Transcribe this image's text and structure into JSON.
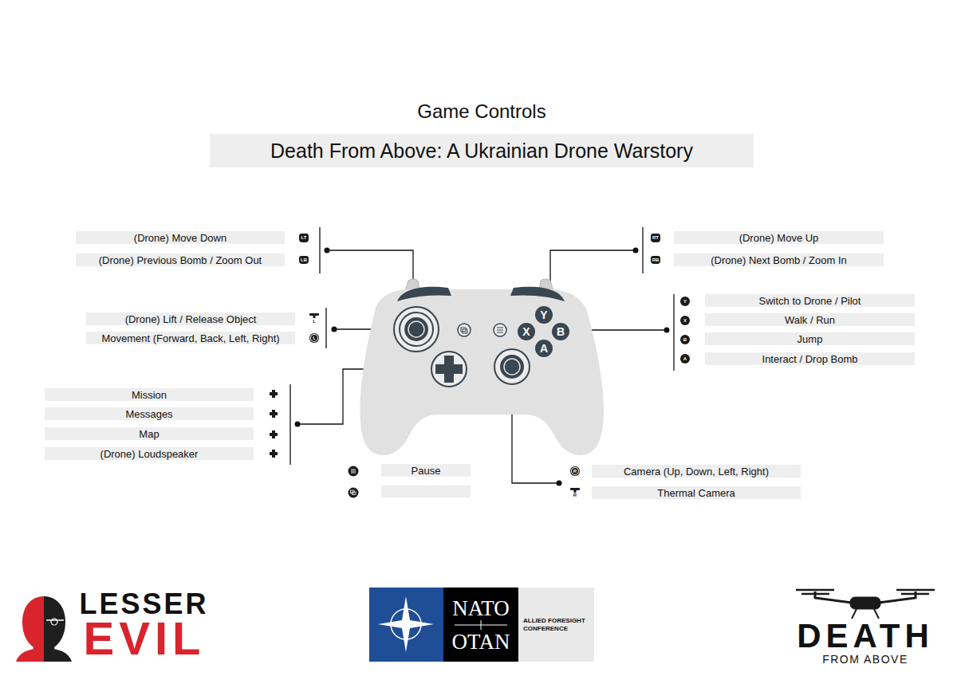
{
  "diagram": {
    "title": "Game Controls",
    "nodes": [
      {
        "text": [
          "Death From Above: A Ukrainian Drone Warstory"
        ]
      },
      {
        "text": [
          "(Drone) Move Down"
        ]
      },
      {
        "text": [
          "(Drone) Previous Bomb / Zoom Out"
        ]
      },
      {
        "text": [
          "(Drone) Move Up"
        ]
      },
      {
        "text": [
          "(Drone) Next Bomb / Zoom In"
        ]
      },
      {
        "text": [
          "Switch to Drone / Pilot"
        ]
      },
      {
        "text": [
          "Walk / Run"
        ]
      },
      {
        "text": [
          "Jump"
        ]
      },
      {
        "text": [
          "Interact / Drop Bomb"
        ]
      },
      {
        "text": [
          "(Drone) Lift / Release Object"
        ]
      },
      {
        "text": [
          "Movement (Forward, Back, Left, Right)"
        ]
      },
      {
        "text": [
          "Mission"
        ]
      },
      {
        "text": [
          "Messages"
        ]
      },
      {
        "text": [
          "Map"
        ]
      },
      {
        "text": [
          "(Drone) Loudspeaker"
        ]
      },
      {
        "text": [
          "Pause"
        ]
      },
      {
        "text": [
          "Camera (Up, Down, Left, Right)"
        ]
      },
      {
        "text": [
          "Thermal Camera"
        ]
      },
      {
        "text": [
          "Y"
        ]
      },
      {
        "text": [
          "X"
        ]
      },
      {
        "text": [
          "B"
        ]
      },
      {
        "text": [
          "A"
        ]
      }
    ],
    "labels": [
      "LT",
      "LB",
      "RT",
      "RB",
      "Y",
      "X",
      "B",
      "A",
      "L",
      "L",
      "R",
      "R",
      "LESSER",
      "EVIL",
      "NATO",
      "OTAN",
      "ALLIED FORESIGHT CONFERENCE",
      "DEATH",
      "FROM ABOVE"
    ]
  }
}
